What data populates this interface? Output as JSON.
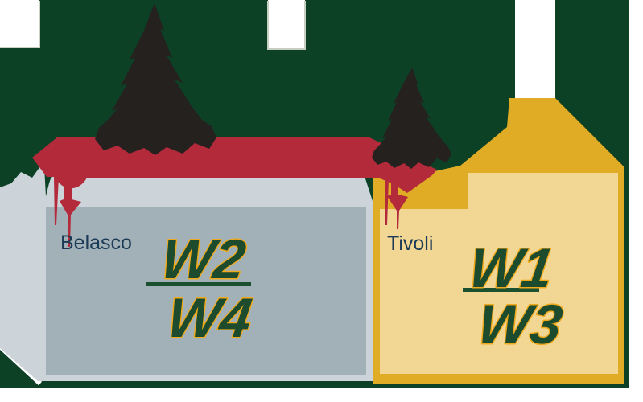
{
  "map": {
    "buildings": [
      {
        "id": "belasco",
        "name": "Belasco",
        "ward_top": "W2",
        "ward_bottom": "W4"
      },
      {
        "id": "tivoli",
        "name": "Tivoli",
        "ward_top": "W1",
        "ward_bottom": "W3"
      }
    ]
  },
  "colors": {
    "background_green": "#0c4126",
    "street_white": "#ffffff",
    "street_edge": "#c6cfc2",
    "route_red": "#b32a3a",
    "tree_dark": "#25211f",
    "belasco_outer_gray": "#ccd4d9",
    "belasco_inner_gray": "#a2b1b8",
    "tivoli_outer_gold": "#e0ac25",
    "tivoli_inner_yellow": "#f2d694",
    "name_navy": "#1b3a55",
    "ward_green": "#1c4b2d",
    "ward_outline_gold": "#f0a91c",
    "divider_green": "#1c5130",
    "corner_edge_white": "#ffffff"
  }
}
